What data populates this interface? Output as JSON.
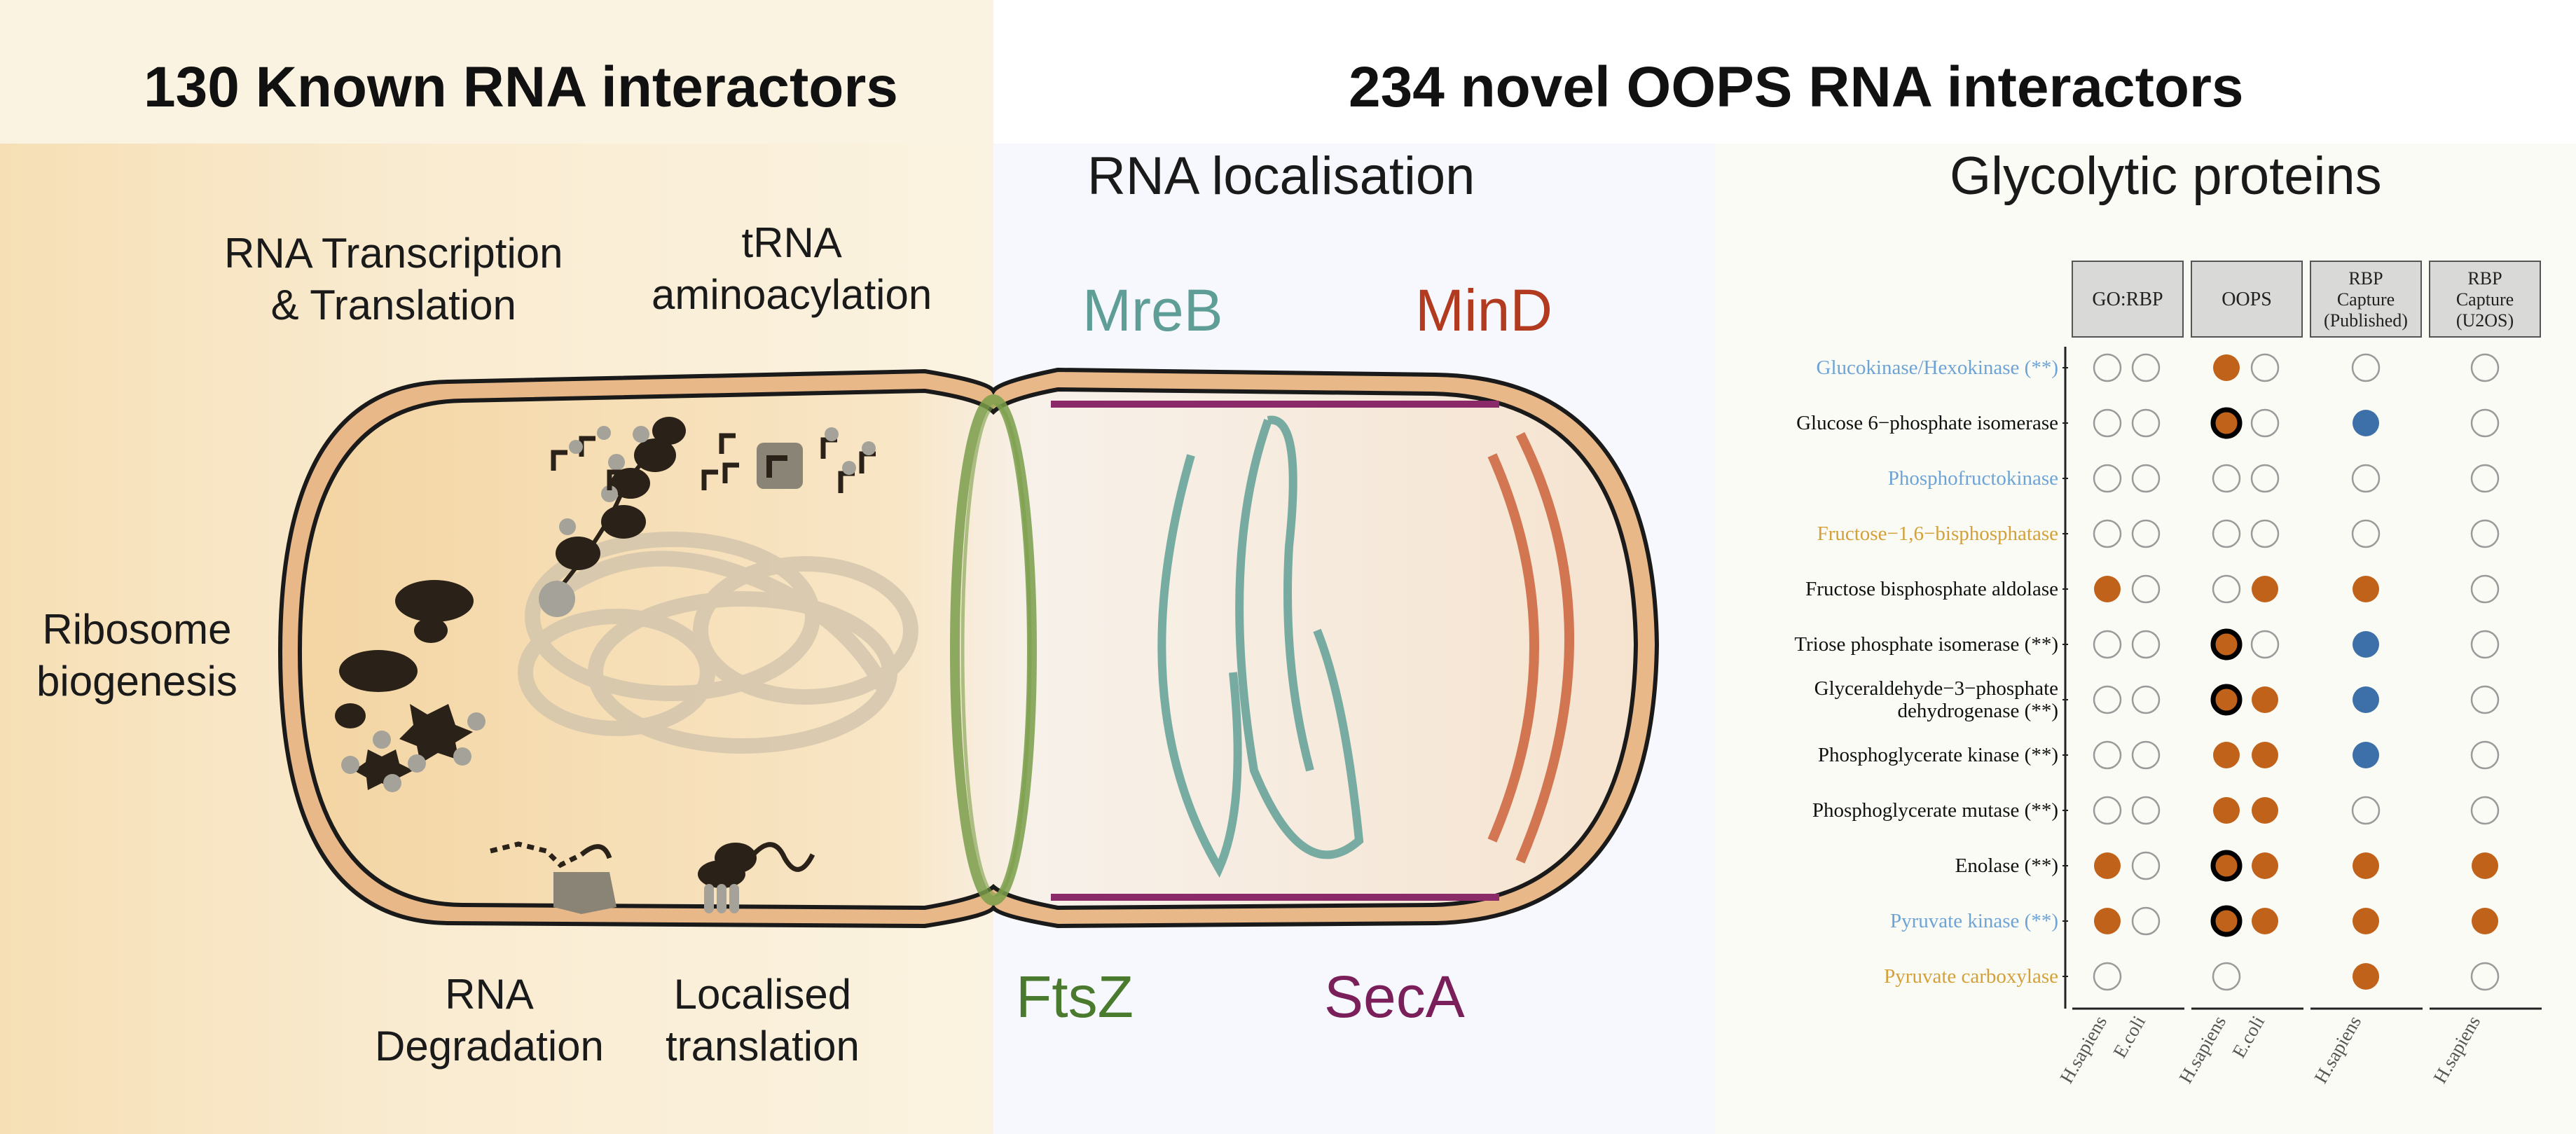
{
  "headings": {
    "left": "130 Known RNA interactors",
    "right": "234 novel OOPS RNA interactors"
  },
  "sections": {
    "localisation": "RNA localisation",
    "glycolytic": "Glycolytic proteins"
  },
  "processes": {
    "transcription": [
      "RNA Transcription",
      "& Translation"
    ],
    "trna": [
      "tRNA",
      "aminoacylation"
    ],
    "ribosome": [
      "Ribosome",
      "biogenesis"
    ],
    "degradation": [
      "RNA",
      "Degradation"
    ],
    "localised": [
      "Localised",
      "translation"
    ]
  },
  "proteins_localisation": {
    "mreb": "MreB",
    "mind": "MinD",
    "ftsz": "FtsZ",
    "seca": "SecA"
  },
  "colors": {
    "mreb": "#5f9e96",
    "mind": "#b23a1e",
    "ftsz": "#4a7a2e",
    "seca": "#7a1f5a",
    "orange_dot": "#c0621a",
    "blue_dot": "#3d6fa8",
    "light_blue_label": "#6ea3d6",
    "gold_label": "#d4a03a"
  },
  "table": {
    "columns": [
      {
        "header": [
          "GO:RBP"
        ],
        "species": [
          "H.sapiens",
          "E.coli"
        ]
      },
      {
        "header": [
          "OOPS"
        ],
        "species": [
          "H.sapiens",
          "E.coli"
        ]
      },
      {
        "header": [
          "RBP",
          "Capture",
          "(Published)"
        ],
        "species": [
          "H.sapiens"
        ]
      },
      {
        "header": [
          "RBP",
          "Capture",
          "(U2OS)"
        ],
        "species": [
          "H.sapiens"
        ]
      }
    ],
    "rows": [
      {
        "label": [
          "Glucokinase/Hexokinase (**)"
        ],
        "color": "blue",
        "cells": [
          [
            "empty",
            "empty"
          ],
          [
            "orange",
            "empty"
          ],
          [
            "empty"
          ],
          [
            "empty"
          ]
        ]
      },
      {
        "label": [
          "Glucose 6−phosphate isomerase"
        ],
        "color": "black",
        "cells": [
          [
            "empty",
            "empty"
          ],
          [
            "orange-ring",
            "empty"
          ],
          [
            "blue"
          ],
          [
            "empty"
          ]
        ]
      },
      {
        "label": [
          "Phosphofructokinase"
        ],
        "color": "blue",
        "cells": [
          [
            "empty",
            "empty"
          ],
          [
            "empty",
            "empty"
          ],
          [
            "empty"
          ],
          [
            "empty"
          ]
        ]
      },
      {
        "label": [
          "Fructose−1,6−bisphosphatase"
        ],
        "color": "gold",
        "cells": [
          [
            "empty",
            "empty"
          ],
          [
            "empty",
            "empty"
          ],
          [
            "empty"
          ],
          [
            "empty"
          ]
        ]
      },
      {
        "label": [
          "Fructose bisphosphate aldolase"
        ],
        "color": "black",
        "cells": [
          [
            "orange",
            "empty"
          ],
          [
            "empty",
            "orange"
          ],
          [
            "orange"
          ],
          [
            "empty"
          ]
        ]
      },
      {
        "label": [
          "Triose phosphate isomerase (**)"
        ],
        "color": "black",
        "cells": [
          [
            "empty",
            "empty"
          ],
          [
            "orange-ring",
            "empty"
          ],
          [
            "blue"
          ],
          [
            "empty"
          ]
        ]
      },
      {
        "label": [
          "Glyceraldehyde−3−phosphate",
          "dehydrogenase (**)"
        ],
        "color": "black",
        "cells": [
          [
            "empty",
            "empty"
          ],
          [
            "orange-ring",
            "orange"
          ],
          [
            "blue"
          ],
          [
            "empty"
          ]
        ]
      },
      {
        "label": [
          "Phosphoglycerate kinase (**)"
        ],
        "color": "black",
        "cells": [
          [
            "empty",
            "empty"
          ],
          [
            "orange",
            "orange"
          ],
          [
            "blue"
          ],
          [
            "empty"
          ]
        ]
      },
      {
        "label": [
          "Phosphoglycerate mutase (**)"
        ],
        "color": "black",
        "cells": [
          [
            "empty",
            "empty"
          ],
          [
            "orange",
            "orange"
          ],
          [
            "empty"
          ],
          [
            "empty"
          ]
        ]
      },
      {
        "label": [
          "Enolase (**)"
        ],
        "color": "black",
        "cells": [
          [
            "orange",
            "empty"
          ],
          [
            "orange-ring",
            "orange"
          ],
          [
            "orange"
          ],
          [
            "orange"
          ]
        ]
      },
      {
        "label": [
          "Pyruvate kinase (**)"
        ],
        "color": "blue",
        "cells": [
          [
            "orange",
            "empty"
          ],
          [
            "orange-ring",
            "orange"
          ],
          [
            "orange"
          ],
          [
            "orange"
          ]
        ]
      },
      {
        "label": [
          "Pyruvate carboxylase"
        ],
        "color": "gold",
        "cells": [
          [
            "empty"
          ],
          [
            "empty"
          ],
          [
            "orange"
          ],
          [
            "empty"
          ]
        ]
      }
    ]
  }
}
